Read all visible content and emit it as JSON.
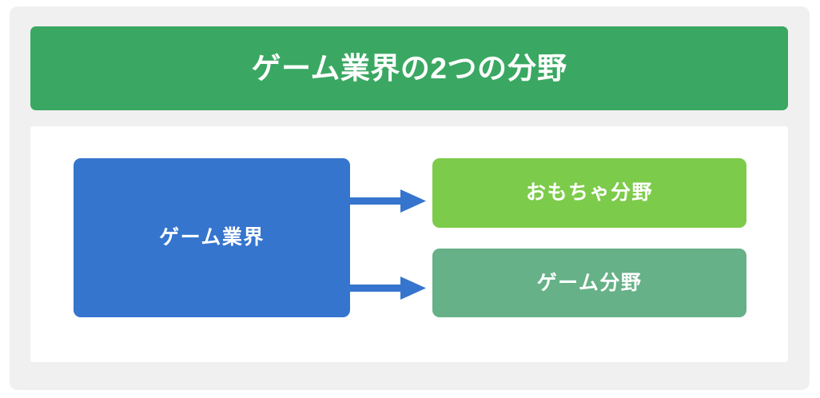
{
  "header": {
    "title": "ゲーム業界の2つの分野",
    "background_color": "#3aa862",
    "text_color": "#ffffff"
  },
  "canvas": {
    "background_color": "#ffffff",
    "outer_background_color": "#f0f0f0"
  },
  "diagram": {
    "type": "flow",
    "source_node": {
      "label": "ゲーム業界",
      "color": "#3575ce",
      "text_color": "#ffffff"
    },
    "branch_nodes": [
      {
        "label": "おもちゃ分野",
        "color": "#7dcb4b",
        "text_color": "#ffffff"
      },
      {
        "label": "ゲーム分野",
        "color": "#66b187",
        "text_color": "#ffffff"
      }
    ],
    "connectors": [
      {
        "from": "ゲーム業界",
        "to": "おもちゃ分野",
        "style": "solid-arrow",
        "color": "#3575ce"
      },
      {
        "from": "ゲーム業界",
        "to": "ゲーム分野",
        "style": "solid-arrow",
        "color": "#3575ce"
      }
    ]
  }
}
